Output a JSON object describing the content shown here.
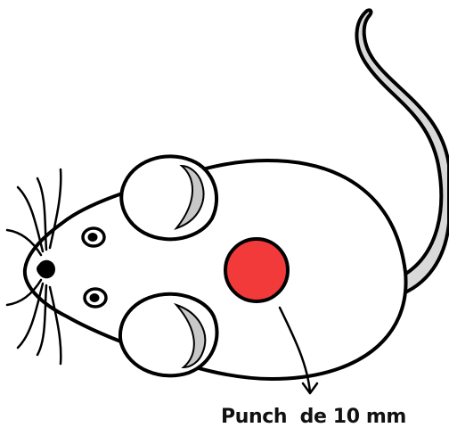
{
  "caption": "Punch  de 10 mm",
  "colors": {
    "outline": "#000000",
    "body_fill": "#ffffff",
    "ear_inner": "#c8c8c8",
    "tail_fill": "#d9d9d9",
    "punch_mark": "#f23a3a"
  },
  "icons": [
    "mouse-illustration",
    "punch-mark",
    "arrow-down-icon"
  ]
}
